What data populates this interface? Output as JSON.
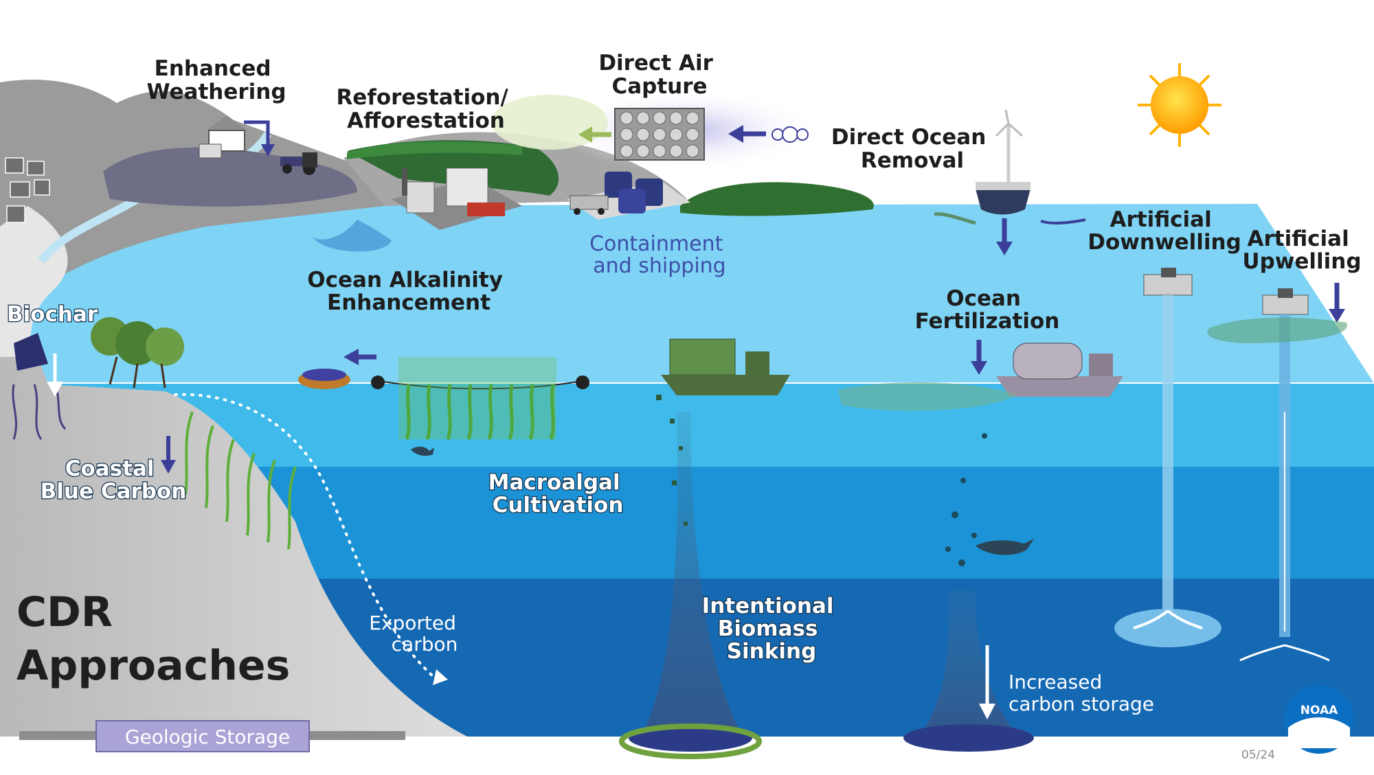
{
  "labels": {
    "enhanced_weathering": [
      "Enhanced",
      "Weathering"
    ],
    "reforestation": [
      "Reforestation/",
      "Afforestation"
    ],
    "direct_air_capture": [
      "Direct Air",
      "Capture"
    ],
    "direct_ocean_removal": [
      "Direct Ocean",
      "Removal"
    ],
    "containment": [
      "Containment",
      "and shipping"
    ],
    "artificial_downwelling": [
      "Artificial",
      "Downwelling"
    ],
    "artificial_upwelling": [
      "Artificial",
      "Upwelling"
    ],
    "ocean_alkalinity": [
      "Ocean Alkalinity",
      "Enhancement"
    ],
    "ocean_fertilization": [
      "Ocean",
      "Fertilization"
    ],
    "biochar": "Biochar",
    "coastal_blue_carbon": [
      "Coastal",
      "Blue Carbon"
    ],
    "macroalgal": [
      "Macroalgal",
      "Cultivation"
    ],
    "biomass_sinking": [
      "Intentional",
      "Biomass",
      "Sinking"
    ],
    "exported_carbon": [
      "Exported",
      "carbon"
    ],
    "increased_storage": [
      "Increased",
      "carbon storage"
    ],
    "cdr_title": [
      "CDR",
      "Approaches"
    ],
    "geologic_storage": "Geologic Storage",
    "noaa_logo": "NOAA",
    "date_code": "05/24"
  },
  "colors": {
    "sky": "#ffffff",
    "ocean_surface": "#7dd3f4",
    "ocean_mid": "#3fb9ea",
    "ocean_deep": "#1b8fd0",
    "ocean_abyss": "#1569b3",
    "land": "#c5c5c5",
    "arrow": "#3b3f99",
    "sun": "#ffb300"
  }
}
